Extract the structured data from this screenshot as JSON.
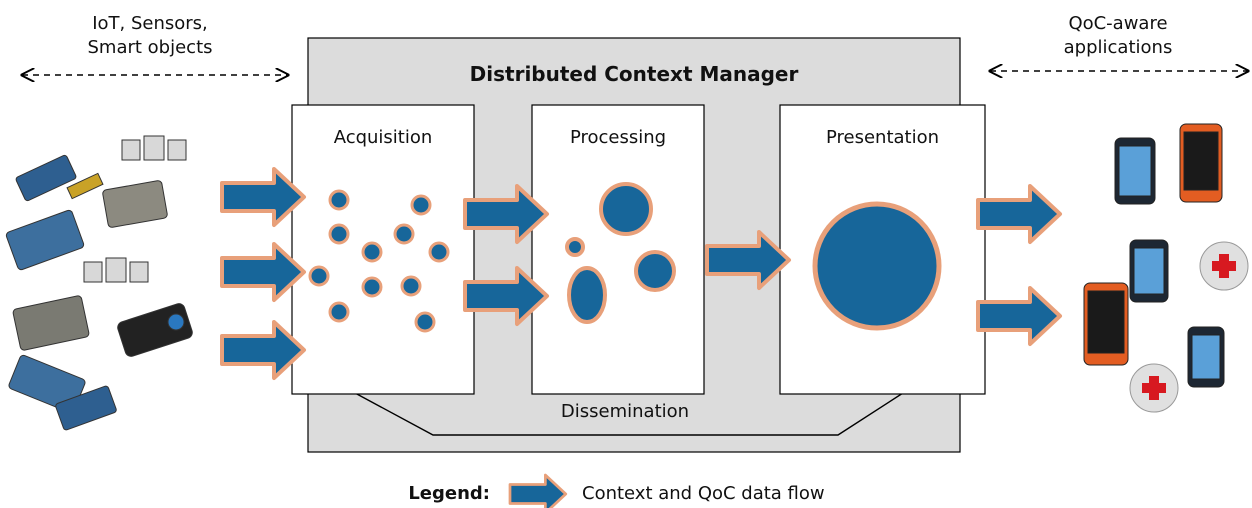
{
  "left_group": {
    "line1": "IoT, Sensors,",
    "line2": "Smart objects"
  },
  "right_group": {
    "line1": "QoC-aware",
    "line2": "applications"
  },
  "manager": {
    "title": "Distributed Context Manager"
  },
  "stages": [
    {
      "label": "Acquisition"
    },
    {
      "label": "Processing"
    },
    {
      "label": "Presentation"
    }
  ],
  "dissemination": "Dissemination",
  "legend": {
    "title": "Legend:",
    "item": "Context and QoC data flow"
  },
  "colors": {
    "arrow_fill": "#17669a",
    "arrow_stroke": "#e8a07a",
    "manager_bg": "#dcdcdc",
    "box_bg": "#ffffff",
    "stroke": "#000000"
  }
}
